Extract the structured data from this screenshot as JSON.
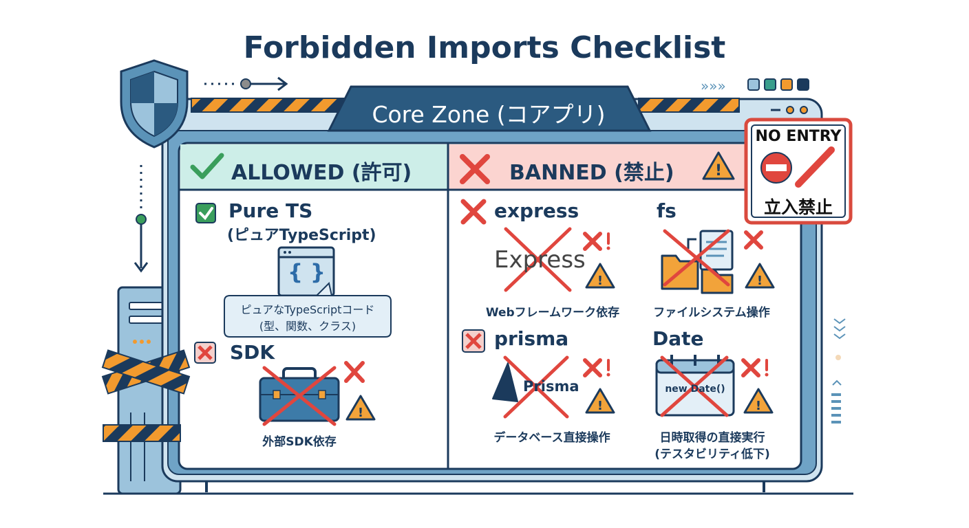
{
  "title": "Forbidden Imports Checklist",
  "zone_label": "Core Zone (コアプリ)",
  "allowed": {
    "header": "ALLOWED (許可)",
    "items": [
      {
        "name": "Pure TS",
        "subtitle": "(ピュアTypeScript)",
        "code_glyph": "{ }",
        "bubble_line1": "ピュアなTypeScriptコード",
        "bubble_line2": "(型、関数、クラス)",
        "status": "allowed"
      },
      {
        "name": "SDK",
        "description": "外部SDK依存",
        "status": "banned"
      }
    ]
  },
  "banned": {
    "header": "BANNED (禁止)",
    "items": [
      {
        "name": "express",
        "logo_text": "Express",
        "description": "Webフレームワーク依存"
      },
      {
        "name": "fs",
        "description": "ファイルシステム操作"
      },
      {
        "name": "prisma",
        "logo_text": "Prisma",
        "description": "データベース直接操作"
      },
      {
        "name": "Date",
        "code_text": "new Date()",
        "description_line1": "日時取得の直接実行",
        "description_line2": "(テスタビリティ低下)"
      }
    ]
  },
  "sign": {
    "line1": "NO ENTRY",
    "line2": "立入禁止"
  },
  "icons": {
    "shield": "shield-icon",
    "check": "check-icon",
    "cross": "cross-icon",
    "warning": "warning-icon",
    "code_window": "code-window-icon",
    "briefcase": "briefcase-icon",
    "folder": "folder-icon",
    "document": "document-icon",
    "calendar": "calendar-icon",
    "no_entry": "no-entry-icon",
    "server": "server-icon"
  },
  "colors": {
    "navy": "#1b3a5c",
    "frame_blue": "#5b93b8",
    "allowed_bg": "#cdeee8",
    "banned_bg": "#fbd4d0",
    "red": "#e0463e",
    "green": "#3a9e5c",
    "warning": "#f2a33a",
    "stripe_orange": "#f29a2e"
  }
}
